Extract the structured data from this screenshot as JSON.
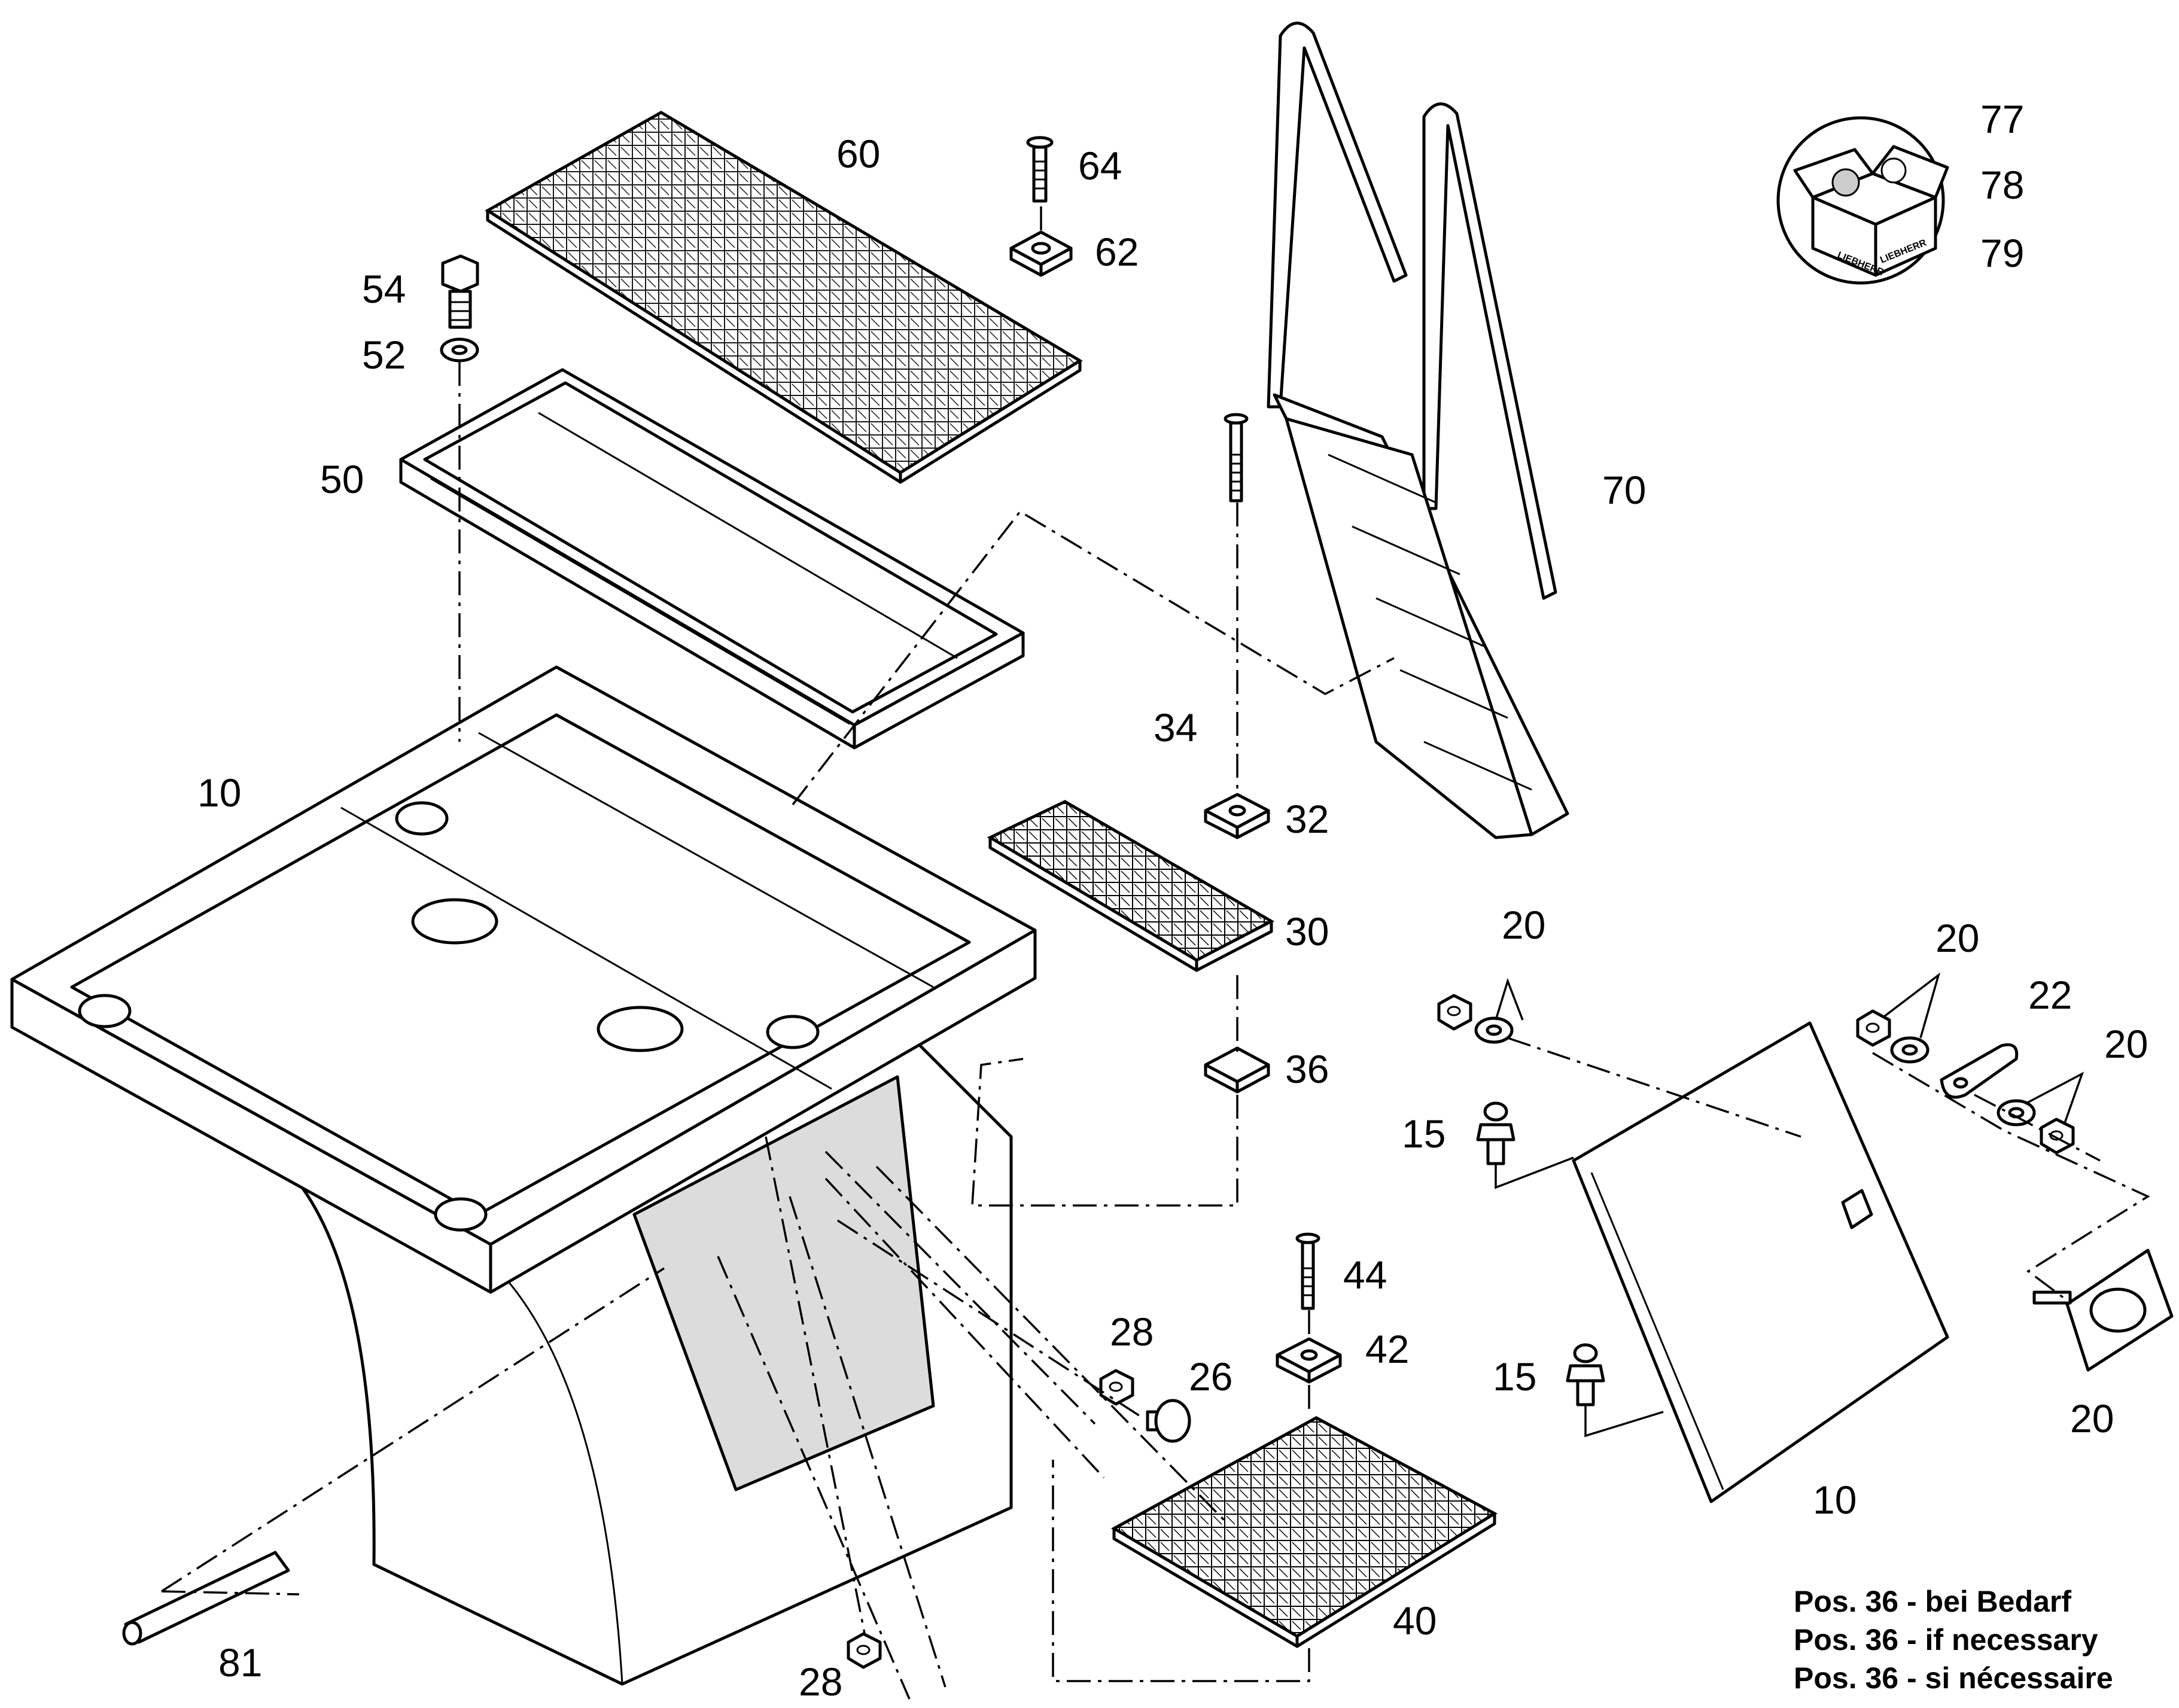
{
  "callouts": {
    "p60": "60",
    "p64": "64",
    "p62": "62",
    "p54": "54",
    "p52": "52",
    "p50": "50",
    "p70": "70",
    "p77": "77",
    "p78": "78",
    "p79": "79",
    "p34": "34",
    "p32": "32",
    "p30": "30",
    "p36": "36",
    "p10_left": "10",
    "p10_right": "10",
    "p20_a": "20",
    "p20_b": "20",
    "p20_c": "20",
    "p20_d": "20",
    "p22": "22",
    "p15_a": "15",
    "p15_b": "15",
    "p28_a": "28",
    "p28_b": "28",
    "p26": "26",
    "p44": "44",
    "p42": "42",
    "p40": "40",
    "p81": "81"
  },
  "notes": [
    "Pos. 36 - bei Bedarf",
    "Pos. 36 - if necessary",
    "Pos. 36 - si nécessaire"
  ],
  "kit_box_text": "LIEBHERR"
}
